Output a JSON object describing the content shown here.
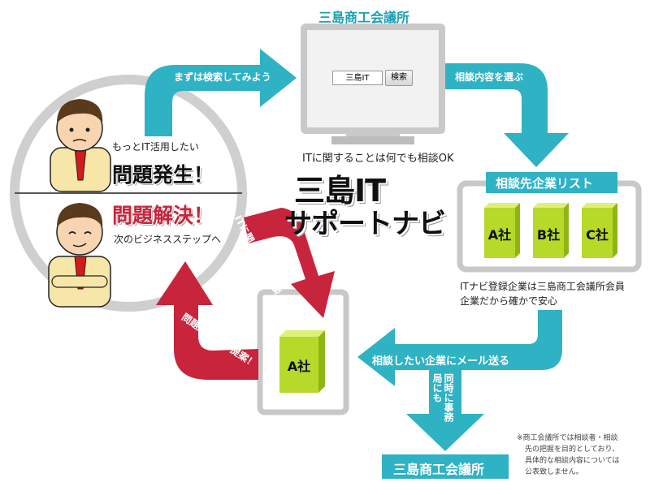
{
  "header": {
    "top_title": "三島商工会議所"
  },
  "search_ui": {
    "query_value": "三島IT",
    "search_button": "検索"
  },
  "arrows": {
    "search_first": "まずは検索してみよう",
    "choose_consult": "相談内容を選ぶ",
    "send_mail": "相談したい企業にメール送る",
    "also_office": "同時に事務局にも",
    "individual_consult": "ITに関する個別相談",
    "proposal": "問題解決策の提案！"
  },
  "center": {
    "tagline": "ITに関することは何でも相談OK",
    "logo_line1": "三島IT",
    "logo_line2": "サポートナビ"
  },
  "left_circle": {
    "want_it": "もっとIT活用したい",
    "problem": "問題発生！",
    "solved": "問題解決！",
    "next_step": "次のビジネスステップへ"
  },
  "company_list": {
    "title": "相談先企業リスト",
    "companies": [
      "A社",
      "B社",
      "C社"
    ],
    "note_line1": "ITナビ登録企業は三島商工会議所会員",
    "note_line2": "企業だから確かで安心"
  },
  "selected_company": {
    "label": "A社"
  },
  "bottom": {
    "chamber_label": "三島商工会議所"
  },
  "footnote": {
    "line1": "※商工会議所では相談者・相談",
    "line2": "先の把握を目的としており、",
    "line3": "具体的な相談内容については",
    "line4": "公表致しません。"
  },
  "colors": {
    "teal": "#2fb2c4",
    "red": "#c8243c",
    "green": "#b6d92a",
    "gray": "#c8c8c8"
  }
}
